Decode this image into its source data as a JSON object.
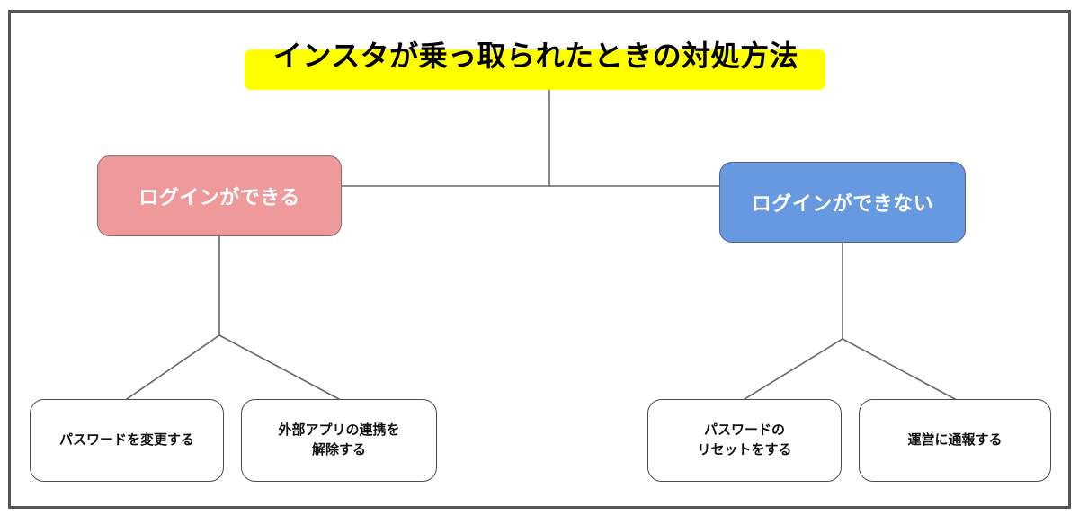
{
  "diagram": {
    "title": "インスタが乗っ取られたときの対処方法",
    "title_highlight_color": "#ffff00",
    "frame_border_color": "#555555",
    "nodes": {
      "login_yes": {
        "label": "ログインができる",
        "fill_color": "#ee9a9a",
        "text_color": "#ffffff"
      },
      "login_no": {
        "label": "ログインができない",
        "fill_color": "#6699e0",
        "text_color": "#ffffff"
      }
    },
    "leaves": {
      "change_password": {
        "line1": "パスワードを変更する",
        "line2": ""
      },
      "revoke_apps": {
        "line1": "外部アプリの連携を",
        "line2": "解除する"
      },
      "reset_password": {
        "line1": "パスワードの",
        "line2": "リセットをする"
      },
      "report": {
        "line1": "運営に通報する",
        "line2": ""
      }
    },
    "connector_color": "#666666"
  }
}
